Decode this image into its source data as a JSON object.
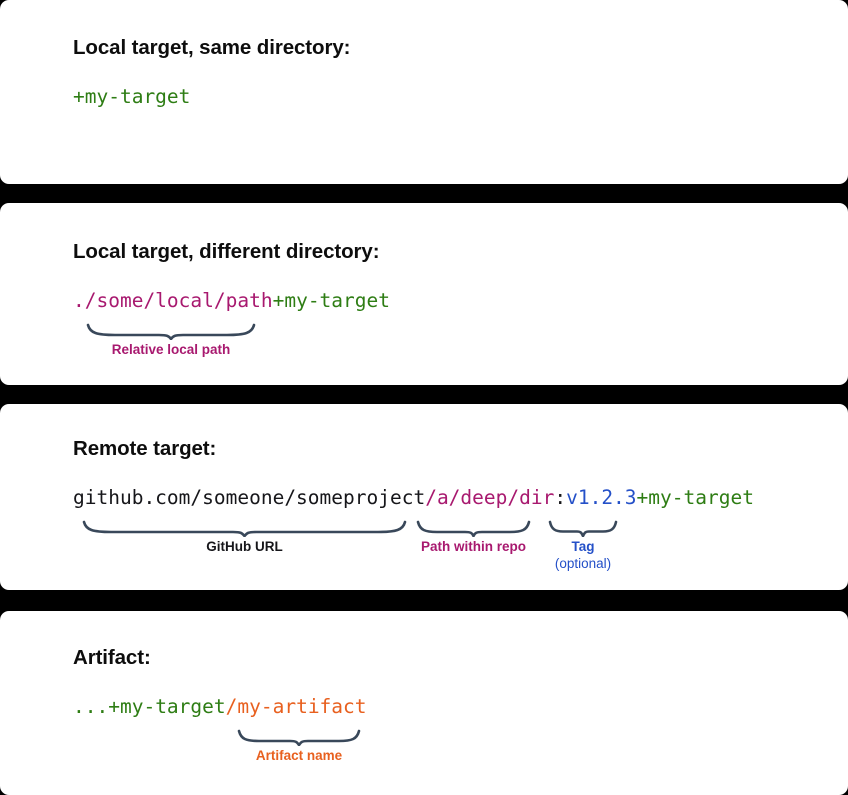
{
  "background_color": "#000000",
  "panel_color": "#ffffff",
  "colors": {
    "target_green": "#2e7d14",
    "path_magenta": "#a8196f",
    "url_black": "#16161a",
    "tag_blue": "#2450c8",
    "artifact_orange": "#e8601f",
    "brace_slate": "#39485a"
  },
  "panels": [
    {
      "id": "local-same-directory",
      "heading": "Local target, same directory:",
      "code_tokens": [
        {
          "text": "+my-target",
          "color": "green"
        }
      ],
      "annotations": []
    },
    {
      "id": "local-different-directory",
      "heading": "Local target, different directory:",
      "code_tokens": [
        {
          "text": "./some/local/path",
          "color": "magenta"
        },
        {
          "text": "+my-target",
          "color": "green"
        }
      ],
      "annotations": [
        {
          "label": "Relative local path",
          "sublabel": "",
          "color": "magenta"
        }
      ]
    },
    {
      "id": "remote-target",
      "heading": "Remote target:",
      "code_tokens": [
        {
          "text": "github.com/someone/someproject",
          "color": "black"
        },
        {
          "text": "/a/deep/dir",
          "color": "magenta"
        },
        {
          "text": ":",
          "color": "black"
        },
        {
          "text": "v1.2.3",
          "color": "blue"
        },
        {
          "text": "+my-target",
          "color": "green"
        }
      ],
      "annotations": [
        {
          "label": "GitHub URL",
          "sublabel": "",
          "color": "black"
        },
        {
          "label": "Path within repo",
          "sublabel": "",
          "color": "magenta"
        },
        {
          "label": "Tag",
          "sublabel": "(optional)",
          "color": "blue"
        }
      ]
    },
    {
      "id": "artifact",
      "heading": "Artifact:",
      "code_tokens": [
        {
          "text": "...",
          "color": "green"
        },
        {
          "text": "+my-target",
          "color": "green"
        },
        {
          "text": "/my-artifact",
          "color": "orange"
        }
      ],
      "annotations": [
        {
          "label": "Artifact name",
          "sublabel": "",
          "color": "orange"
        }
      ]
    }
  ]
}
